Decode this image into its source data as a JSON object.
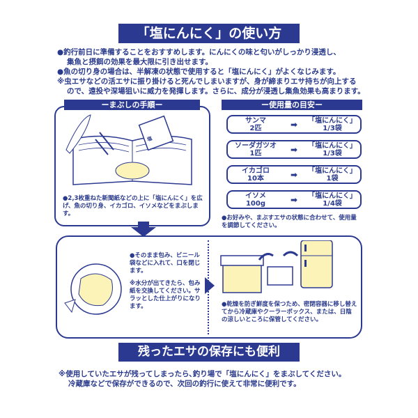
{
  "title": "「塩にんにく」の使い方",
  "intro": [
    "●釣行前日に準備することをおすすめします。にんにくの味と匂いがしっかり浸透し、",
    "集魚と摂餌の効果を最大限に引き出せます。",
    "●魚の切り身の場合は、半解凍の状態で使用すると「塩にんにく」がよくなじみます。",
    "※虫エサなどの活エサに振り掛けると死んでしまいますが、身が締まりエサ持ちが向上する",
    "ので、遠投や深場狙いに威力を発揮します。さらに、成分が浸透し集魚効果も高まります。"
  ],
  "left_header": "ーまぶしの手順ー",
  "left_note": "●2,3枚重ねた新聞紙などの上に「塩にんにく」を広げ、魚の切り身、イカゴロ、イソメなどをまぶします。",
  "right_header": "ー使用量の目安ー",
  "usage": [
    {
      "bait": "サンマ",
      "qty": "2匹",
      "product": "「塩にんにく」",
      "amount": "1/3袋"
    },
    {
      "bait": "ソーダガツオ",
      "qty": "1匹",
      "product": "「塩にんにく」",
      "amount": "1/3袋"
    },
    {
      "bait": "イカゴロ",
      "qty": "10本",
      "product": "「塩にんにく」",
      "amount": "1袋"
    },
    {
      "bait": "イソメ",
      "qty": "100g",
      "product": "「塩にんにく」",
      "amount": "1/4袋"
    }
  ],
  "usage_note": "●お好みや、まぶすエサの状態に合わせて、使用量を調節してください。",
  "wrap_note": "●そのまま包み、ビニール袋などに入れて、口を閉じます。",
  "water_note": "※水分が出てきたら、包み紙を交換してください。サラッとした仕上がりになります。",
  "storage_note": "●乾燥を防ぎ鮮度を保つため、密閉容器に移し替えてから冷蔵庫やクーラーボックス、または、日陰の涼しいところに保管してください。",
  "bottom_title": "残ったエサの保存にも便利",
  "footer": [
    "※使用していたエサが残ってしまったら､釣り場で「塩にんにく」をまぶしてください。",
    "冷蔵庫などで保存ができるので、次回の釣行に使えて非常に便利です。"
  ],
  "colors": {
    "brand": "#2b3990",
    "cream": "#fbf3b8"
  }
}
